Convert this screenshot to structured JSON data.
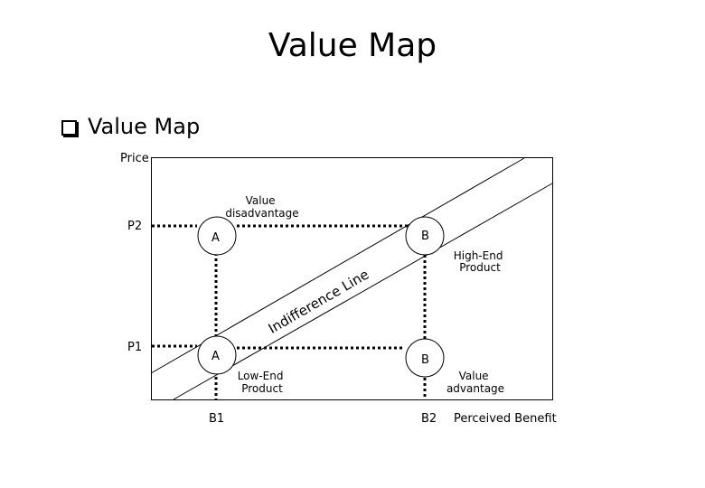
{
  "slide": {
    "title": "Value Map",
    "bullet": "Value Map"
  },
  "diagram": {
    "axes": {
      "y_label": "Price",
      "x_label": "Perceived Benefit",
      "y_ticks": [
        "P2",
        "P1"
      ],
      "x_ticks": [
        "B1",
        "B2"
      ]
    },
    "nodes": {
      "a_top": "A",
      "b_top": "B",
      "a_bottom": "A",
      "b_bottom": "B"
    },
    "annotations": {
      "value_disadvantage": [
        "Value",
        "disadvantage"
      ],
      "high_end_product": [
        "High-End",
        "Product"
      ],
      "low_end_product": [
        "Low-End",
        "Product"
      ],
      "value_advantage": [
        "Value",
        "advantage"
      ],
      "indifference_line": "Indifference Line"
    }
  }
}
